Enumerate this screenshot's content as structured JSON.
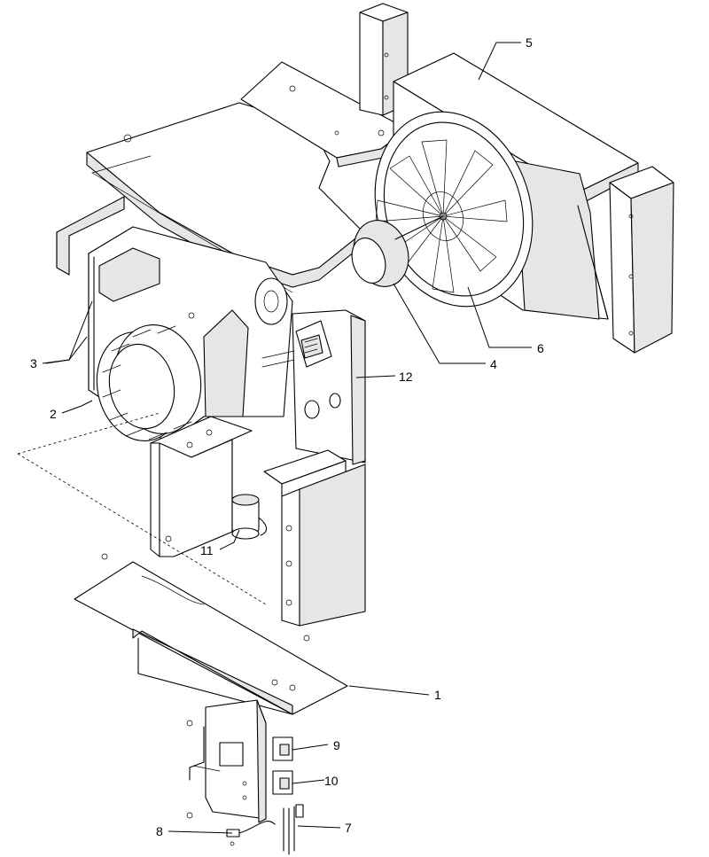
{
  "callouts": [
    {
      "id": "1",
      "label": "1"
    },
    {
      "id": "2",
      "label": "2"
    },
    {
      "id": "3",
      "label": "3"
    },
    {
      "id": "4",
      "label": "4"
    },
    {
      "id": "5",
      "label": "5"
    },
    {
      "id": "6",
      "label": "6"
    },
    {
      "id": "7",
      "label": "7"
    },
    {
      "id": "8",
      "label": "8"
    },
    {
      "id": "9",
      "label": "9"
    },
    {
      "id": "10",
      "label": "10"
    },
    {
      "id": "11",
      "label": "11"
    },
    {
      "id": "12",
      "label": "12"
    }
  ],
  "colors": {
    "line": "#000000",
    "panel_shade": "#e6e6e6",
    "dark_part": "#8a8a8a",
    "background": "#ffffff"
  }
}
